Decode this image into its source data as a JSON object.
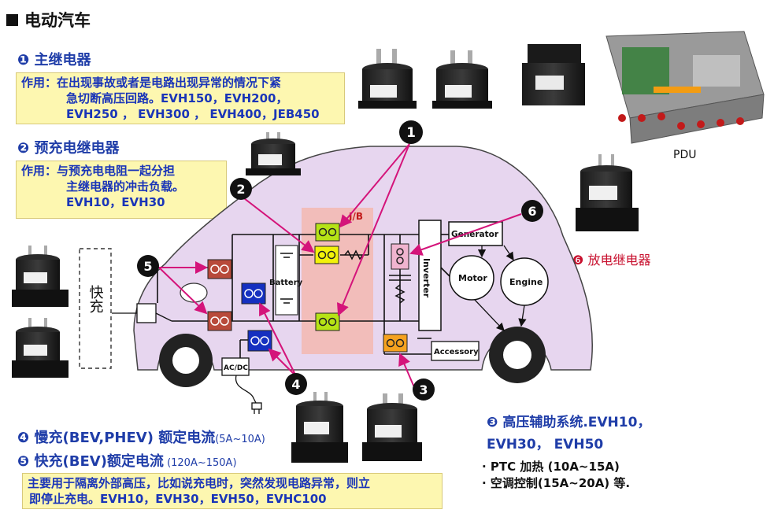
{
  "title": "电动汽车",
  "section1": {
    "marker": "❶",
    "heading": "主继电器",
    "lines": [
      "作用：在出现事故或者是电路出现异常的情况下紧",
      "急切断高压回路。EVH150，EVH200，",
      "EVH250 ， EVH300 ， EVH400，JEB450"
    ]
  },
  "section2": {
    "marker": "❷",
    "heading": "预充电继电器",
    "lines": [
      "作用：与预充电电阻一起分担",
      "主继电器的冲击负载。",
      "EVH10，EVH30"
    ]
  },
  "pdu_label": "PDU",
  "discharge": {
    "marker": "❻",
    "label": "放电继电器"
  },
  "section3": {
    "marker": "❸",
    "heading": "高压辅助系统.EVH10，",
    "line2": "EVH30， EVH50",
    "items": [
      "· PTC 加热 (10A~15A)",
      "· 空调控制(15A~20A) 等."
    ]
  },
  "section4": {
    "marker": "❹",
    "heading": "慢充(BEV,PHEV) 额定电流",
    "small": "(5A~10A)"
  },
  "section5": {
    "marker": "❺",
    "heading": "快充(BEV)额定电流",
    "small": " (120A~150A)"
  },
  "section5_note": [
    "主要用于隔离外部高压，比如说充电时，突然发现电路异常，则立",
    "即停止充电。EVH10，EVH30，EVH50，EVHC100"
  ],
  "diagram": {
    "fast_charge": "快充",
    "battery": "Battery",
    "jb": "J/B",
    "inverter": "Inverter",
    "generator": "Generator",
    "motor": "Motor",
    "engine": "Engine",
    "accessory": "Accessory",
    "acdc": "AC/DC",
    "callouts": [
      "1",
      "2",
      "3",
      "4",
      "5",
      "6"
    ]
  },
  "colors": {
    "title_blue": "#1f3da8",
    "note_bg": "#fdf7b0",
    "car_fill": "#e7d6ef",
    "jb_fill": "#f3b8b0",
    "relay_green": "#b6e316",
    "relay_yellow": "#f2f20a",
    "relay_orange": "#f5a21f",
    "relay_red": "#b84a3a",
    "relay_blue": "#1530c0",
    "relay_pink": "#f0b4cf",
    "arrow": "#d4147a",
    "red_text": "#c8102e"
  }
}
